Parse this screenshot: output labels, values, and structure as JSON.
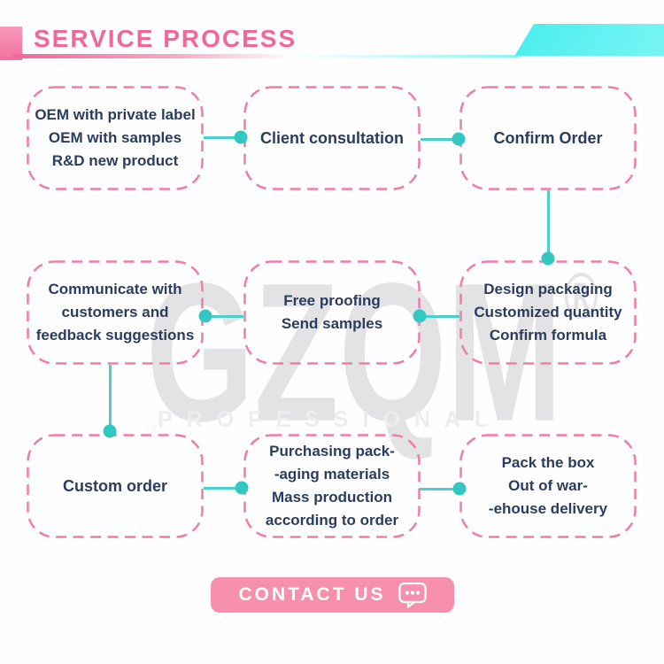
{
  "header": {
    "title": "SERVICE PROCESS"
  },
  "watermark": {
    "brand": "GZQM",
    "registered": "®",
    "subtitle": "PROFESSIONAL"
  },
  "flow": {
    "boxes": [
      {
        "id": "step-1",
        "lines": [
          "OEM with private label",
          "OEM with samples",
          "R&D new product"
        ]
      },
      {
        "id": "step-2",
        "lines": [
          "Client consultation"
        ]
      },
      {
        "id": "step-3",
        "lines": [
          "Confirm Order"
        ]
      },
      {
        "id": "step-4",
        "lines": [
          "Communicate with",
          "customers and",
          "feedback suggestions"
        ]
      },
      {
        "id": "step-5",
        "lines": [
          "Free proofing",
          "Send samples"
        ]
      },
      {
        "id": "step-6",
        "lines": [
          "Design packaging",
          "Customized quantity",
          "Confirm formula"
        ]
      },
      {
        "id": "step-7",
        "lines": [
          "Custom order"
        ]
      },
      {
        "id": "step-8",
        "lines": [
          "Purchasing pack-",
          "-aging materials",
          "Mass production",
          "according to order"
        ]
      },
      {
        "id": "step-9",
        "lines": [
          "Pack the box",
          "Out of war-",
          "-ehouse delivery"
        ]
      }
    ]
  },
  "contact": {
    "label": "CONTACT US"
  },
  "colors": {
    "accent_pink": "#f0679a",
    "border_pink": "#f07ca8",
    "navy_text": "#2b3c5f",
    "teal_line": "#4ad0cb",
    "teal_dot": "#32c8c1",
    "cyan_banner": "#5ff2f2",
    "button_pink": "#f78fae",
    "watermark_gray": "#e3e3e6"
  }
}
